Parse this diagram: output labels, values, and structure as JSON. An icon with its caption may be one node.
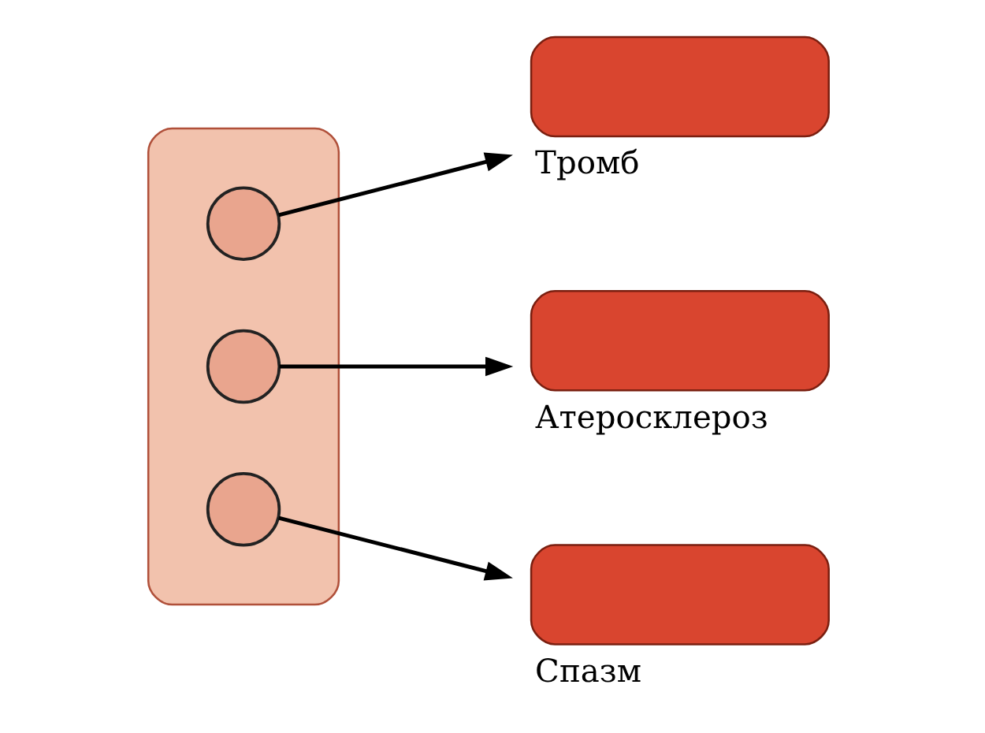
{
  "diagram": {
    "nodes": [
      {
        "text": [],
        "shape": "picture"
      },
      {
        "text": [],
        "shape": "circle",
        "in": 0
      },
      {
        "text": [],
        "shape": "circle",
        "in": 0
      },
      {
        "text": [],
        "shape": "circle",
        "in": 0
      },
      {
        "text": [
          "Тромб"
        ]
      },
      {
        "text": [
          "Атеросклероз"
        ]
      },
      {
        "text": [
          "Спазм"
        ]
      }
    ],
    "edges": [
      {
        "from": 1,
        "to": 4,
        "arrow": "to"
      },
      {
        "from": 2,
        "to": 5,
        "arrow": "to"
      },
      {
        "from": 3,
        "to": 6,
        "arrow": "to"
      }
    ]
  }
}
